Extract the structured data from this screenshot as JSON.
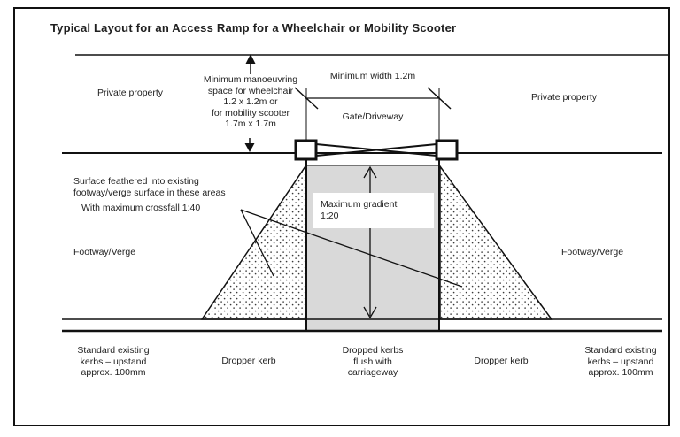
{
  "title": "Typical Layout for an Access Ramp for a Wheelchair or Mobility Scooter",
  "annotations": {
    "private_property_left": "Private property",
    "private_property_right": "Private property",
    "manoeuvring_space": "Minimum manoeuvring\nspace for wheelchair\n1.2 x 1.2m or\nfor mobility scooter\n1.7m x 1.7m",
    "minimum_width": "Minimum width 1.2m",
    "gate_driveway": "Gate/Driveway",
    "surface_feathered": "Surface feathered into existing\nfootway/verge surface in these areas",
    "max_crossfall": "With maximum crossfall 1:40",
    "footway_verge_left": "Footway/Verge",
    "footway_verge_right": "Footway/Verge",
    "max_gradient": "Maximum gradient\n1:20",
    "kerb_standard_left": "Standard existing\nkerbs – upstand\napprox. 100mm",
    "dropper_kerb_left": "Dropper kerb",
    "dropped_kerbs_centre": "Dropped kerbs\nflush with\ncarriageway",
    "dropper_kerb_right": "Dropper kerb",
    "kerb_standard_right": "Standard existing\nkerbs – upstand\napprox. 100mm"
  },
  "colors": {
    "line": "#1a1a1a",
    "ramp_fill": "#d9d9d9",
    "background": "#ffffff"
  }
}
